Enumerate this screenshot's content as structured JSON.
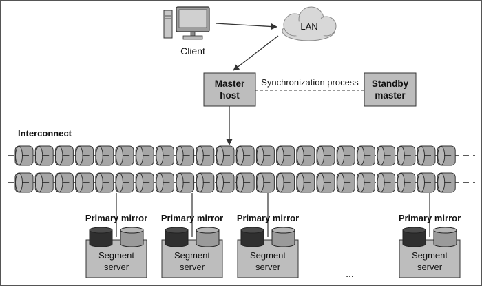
{
  "client": {
    "label": "Client"
  },
  "lan": {
    "label": "LAN"
  },
  "master": {
    "line1": "Master",
    "line2": "host"
  },
  "standby": {
    "line1": "Standby",
    "line2": "master"
  },
  "sync": {
    "label": "Synchronization process"
  },
  "interconnect": {
    "label": "Interconnect"
  },
  "segments": [
    {
      "header": "Primary mirror",
      "line1": "Segment",
      "line2": "server"
    },
    {
      "header": "Primary mirror",
      "line1": "Segment",
      "line2": "server"
    },
    {
      "header": "Primary mirror",
      "line1": "Segment",
      "line2": "server"
    },
    {
      "header": "Primary mirror",
      "line1": "Segment",
      "line2": "server"
    }
  ],
  "ellipsis": "...",
  "colors": {
    "box": "#bdbdbd",
    "cylinder": "#a6a6a6",
    "dark_disk": "#2f2f2f",
    "light_disk": "#9a9a9a",
    "cloud": "#d8d8d8",
    "stroke": "#333333"
  },
  "icons": [
    "desktop-computer-icon",
    "cloud-icon",
    "database-disk-icon"
  ]
}
